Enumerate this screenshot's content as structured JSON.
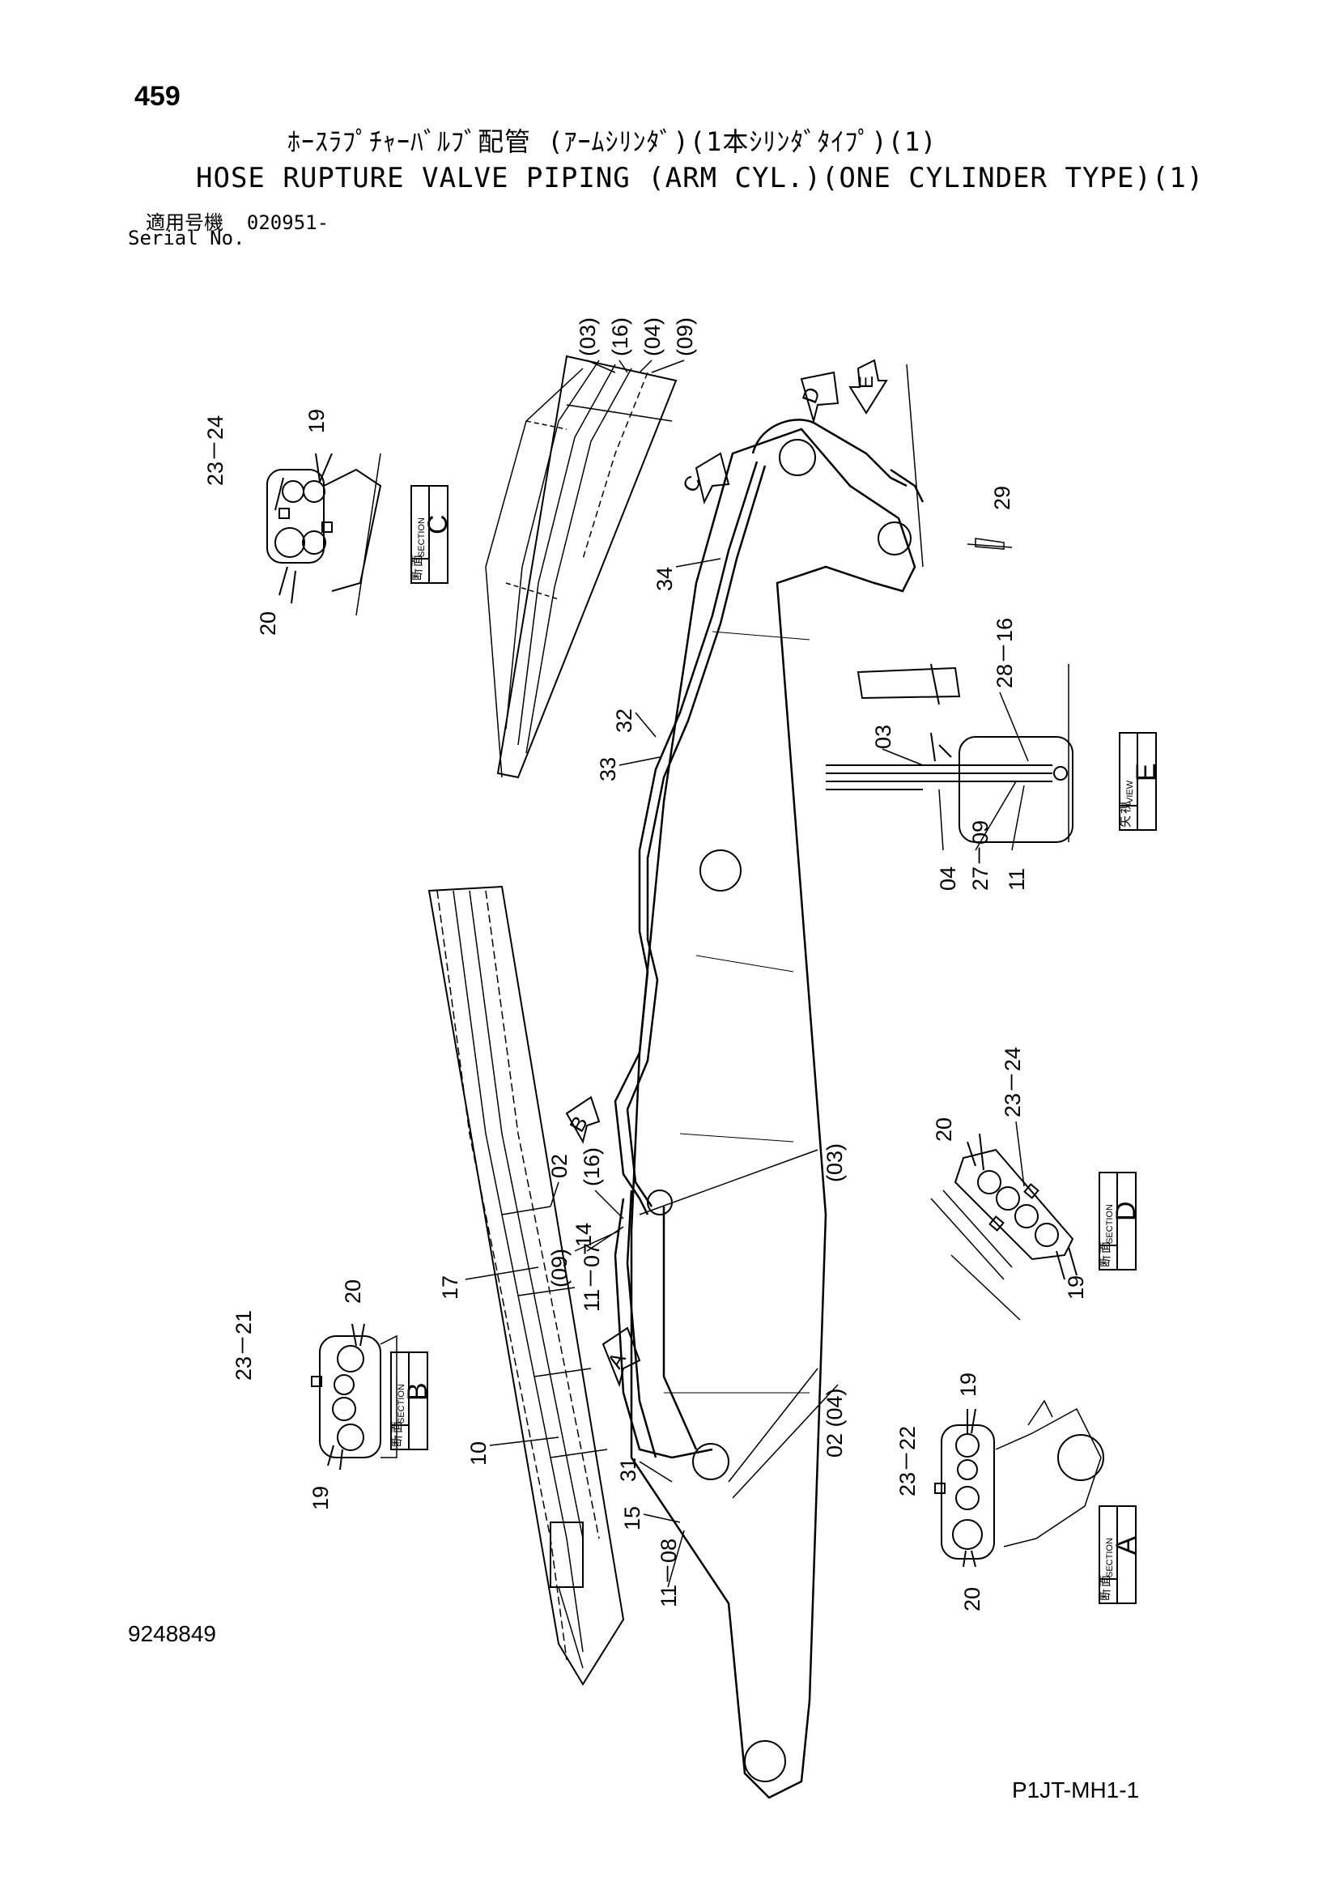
{
  "header": {
    "page_number": "459",
    "title_jp": "ﾎｰｽﾗﾌﾟﾁｬｰﾊﾞﾙﾌﾞ配管 (ｱｰﾑｼﾘﾝﾀﾞ)(1本ｼﾘﾝﾀﾞﾀｲﾌﾟ)(1)",
    "title_en": "HOSE RUPTURE VALVE PIPING (ARM CYL.)(ONE CYLINDER TYPE)(1)",
    "serial_label_jp": "適用号機",
    "serial_value": "020951-",
    "serial_label_en": "Serial No."
  },
  "footer": {
    "doc_number": "9248849",
    "page_code": "P1JT-MH1-1"
  },
  "labels": {
    "sec_kanji_1": "断",
    "sec_kanji_2": "面",
    "section_word": "SECTION",
    "view_kanji_1": "矢",
    "view_kanji_2": "視",
    "view_word": "VIEW"
  },
  "views": {
    "A": "A",
    "B": "B",
    "C": "C",
    "D": "D",
    "E": "E"
  },
  "callouts": {
    "c03": "(03)",
    "c16": "(16)",
    "c04": "(04)",
    "c09": "(09)",
    "sc19": "19",
    "sc2324": "23－24",
    "sc20": "20",
    "n34": "34",
    "n29": "29",
    "n2816": "28－16",
    "n32": "32",
    "n33": "33",
    "e03": "03",
    "e04": "04",
    "e2709": "27－09",
    "e11": "11",
    "sd20": "20",
    "sd2324": "23－24",
    "sd19": "19",
    "b02": "02",
    "b16": "(16)",
    "b14": "14",
    "b09": "(09)",
    "b1107": "11－07",
    "b17": "17",
    "b03": "(03)",
    "sb20": "20",
    "sb2321": "23－21",
    "sb19": "19",
    "n10": "10",
    "n31": "31",
    "n0204": "02 (04)",
    "n15": "15",
    "n1108": "11－08",
    "sa19": "19",
    "sa2322": "23－22",
    "sa20": "20"
  }
}
